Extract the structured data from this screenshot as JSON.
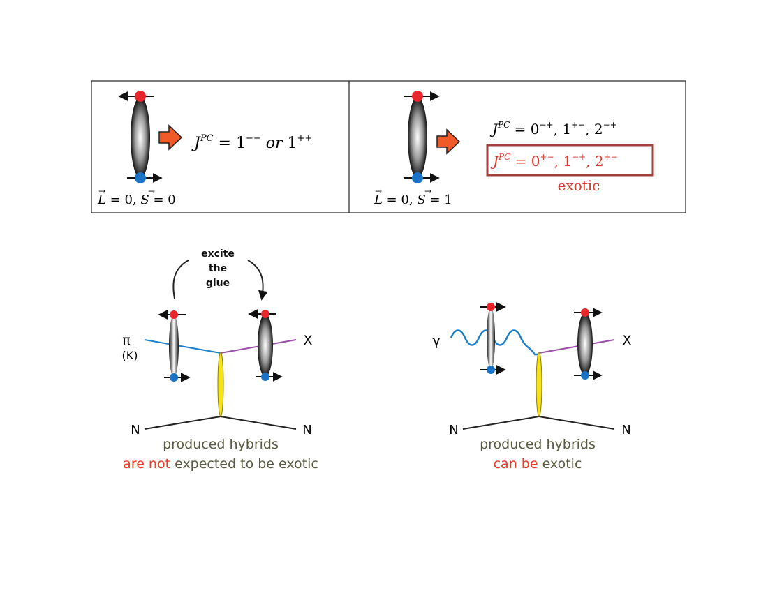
{
  "top_panel_left": {
    "state": "L = 0, S = 0",
    "jpc": "J^{PC} = 1^{--} or 1^{++}",
    "jpc_parts": {
      "J": "J",
      "sup": "PC",
      "eq": " = 1",
      "s1": "−−",
      "or": " or ",
      "one": "1",
      "s2": "++"
    },
    "state_parts": {
      "L": "L",
      "eqL": " = 0,  ",
      "S": "S",
      "eqS": " = 0"
    }
  },
  "top_panel_right": {
    "state": "L = 0, S = 1",
    "state_parts": {
      "L": "L",
      "eqL": " = 0,  ",
      "S": "S",
      "eqS": " = 1"
    },
    "jpc_normal": "J^{PC} = 0^{-+}, 1^{+-}, 2^{-+}",
    "jpc_normal_parts": {
      "J": "J",
      "sup": "PC",
      "a": " = 0",
      "sa": "−+",
      "b": ", 1",
      "sb": "+−",
      "c": ", 2",
      "sc": "−+"
    },
    "jpc_exotic": "J^{PC} = 0^{+-}, 1^{-+}, 2^{+-}",
    "jpc_exotic_parts": {
      "J": "J",
      "sup": "PC",
      "a": " = 0",
      "sa": "+−",
      "b": ", 1",
      "sb": "−+",
      "c": ", 2",
      "sc": "+−"
    },
    "exotic_label": "exotic"
  },
  "left_diagram": {
    "excite_lines": [
      "excite",
      "the",
      "glue"
    ],
    "beam_label": "π",
    "beam_sub": "(K)",
    "out_label": "X",
    "n_left": "N",
    "n_right": "N",
    "caption_line1": "produced hybrids",
    "caption_line2_red": "are not",
    "caption_line2_rest": " expected to be exotic"
  },
  "right_diagram": {
    "beam_label": "γ",
    "out_label": "X",
    "n_left": "N",
    "n_right": "N",
    "caption_line1": "produced hybrids",
    "caption_line2_red": "can be",
    "caption_line2_rest": " exotic"
  },
  "colors": {
    "quark_red": "#e8262b",
    "quark_blue": "#1a73c4",
    "arrow_orange": "#f05a28",
    "exotic_red": "#d9372b",
    "exotic_box": "#a0403a",
    "caption_olive": "#5a5a40",
    "caption_red": "#ee3a24",
    "beam_blue": "#1f7fc9",
    "x_purple": "#9a4fa6",
    "gluon_yellow": "#f5e21a"
  },
  "icons": [
    "meson-flux-tube-icon",
    "right-arrow-icon",
    "curved-arrow-icon",
    "wavy-photon-icon"
  ]
}
